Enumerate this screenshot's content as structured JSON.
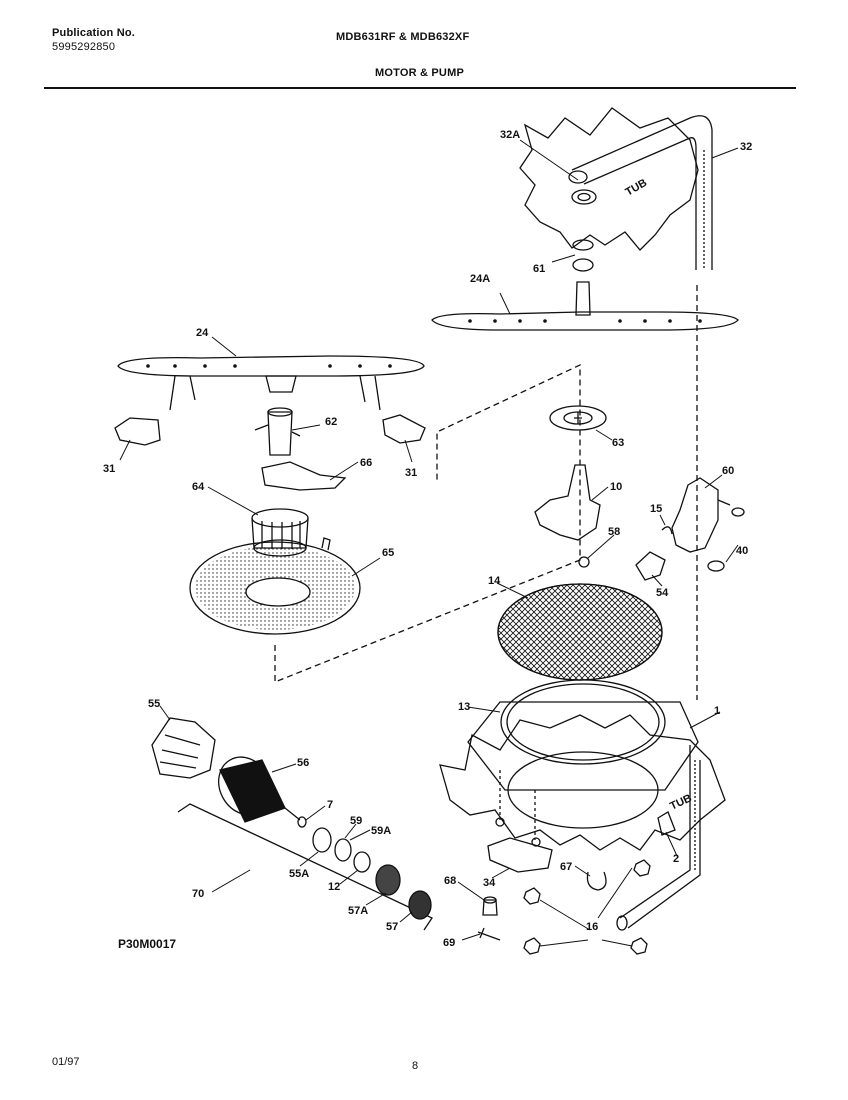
{
  "header": {
    "publication_label": "Publication No.",
    "publication_number": "5995292850",
    "model": "MDB631RF & MDB632XF",
    "section_title": "MOTOR & PUMP"
  },
  "diagram": {
    "figure_code": "P30M0017",
    "tub_text": "TUB",
    "callouts": [
      "32A",
      "32",
      "61",
      "24A",
      "24",
      "62",
      "63",
      "66",
      "31",
      "31",
      "64",
      "10",
      "60",
      "15",
      "58",
      "65",
      "40",
      "14",
      "54",
      "55",
      "13",
      "1",
      "56",
      "7",
      "59",
      "59A",
      "55A",
      "12",
      "2",
      "57A",
      "68",
      "67",
      "34",
      "70",
      "57",
      "16",
      "69"
    ]
  },
  "footer": {
    "date": "01/97",
    "page": "8"
  },
  "colors": {
    "ink": "#111111",
    "paper": "#ffffff"
  }
}
